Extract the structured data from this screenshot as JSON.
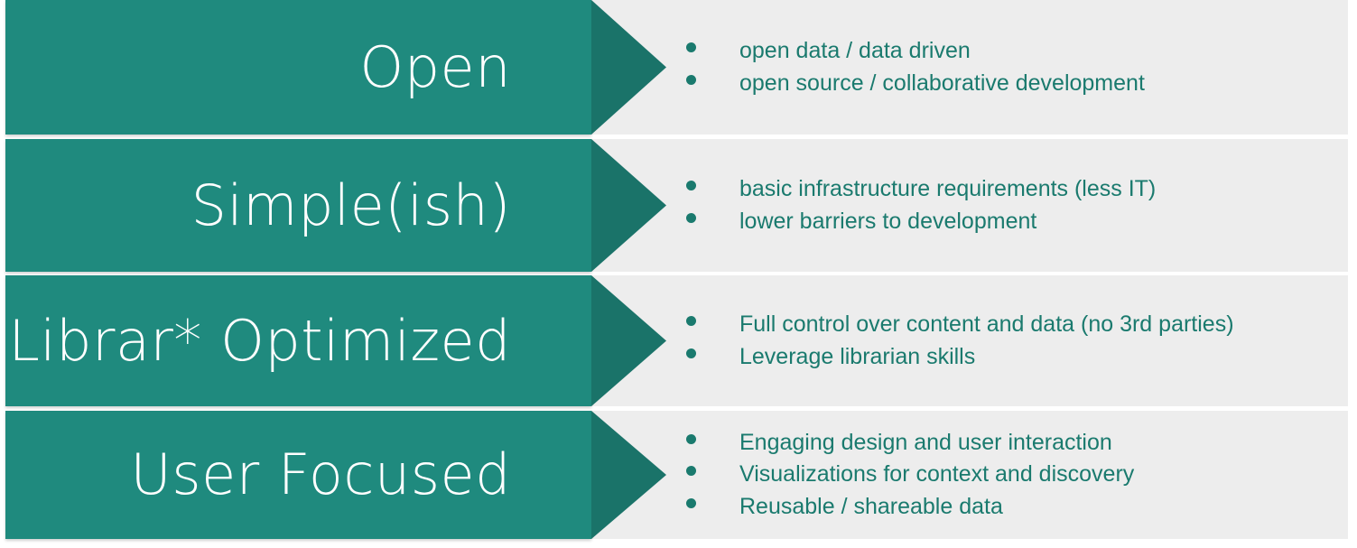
{
  "diagram": {
    "type": "chevron-list",
    "title": "",
    "colors": {
      "arrow_body": "#1f8a7e",
      "arrow_head": "#1a7369",
      "panel_background": "#ededed",
      "page_background": "#ffffff",
      "label_text": "#ffffff",
      "bullet_text": "#1a7a6e",
      "bullet_dot": "#1a7a6e"
    },
    "rows": [
      {
        "label": "Open",
        "bullets": [
          "open data / data driven",
          "open source / collaborative development"
        ]
      },
      {
        "label": "Simple(ish)",
        "bullets": [
          "basic infrastructure requirements (less IT)",
          "lower barriers to development"
        ]
      },
      {
        "label": "Librar* Optimized",
        "bullets": [
          "Full control over content and data (no 3rd parties)",
          "Leverage librarian skills"
        ]
      },
      {
        "label": "User Focused",
        "bullets": [
          "Engaging design and user interaction",
          "Visualizations for context and discovery",
          "Reusable / shareable data"
        ]
      }
    ]
  }
}
